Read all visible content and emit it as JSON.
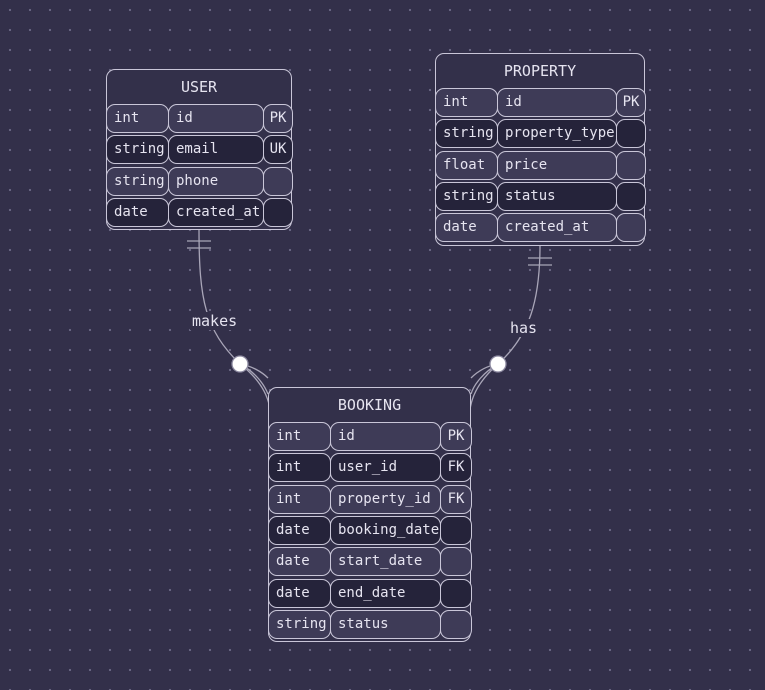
{
  "entities": [
    {
      "id": "user",
      "name": "USER",
      "columns": [
        {
          "type": "int",
          "name": "id",
          "key": "PK"
        },
        {
          "type": "string",
          "name": "email",
          "key": "UK"
        },
        {
          "type": "string",
          "name": "phone",
          "key": ""
        },
        {
          "type": "date",
          "name": "created_at",
          "key": ""
        }
      ]
    },
    {
      "id": "property",
      "name": "PROPERTY",
      "columns": [
        {
          "type": "int",
          "name": "id",
          "key": "PK"
        },
        {
          "type": "string",
          "name": "property_type",
          "key": ""
        },
        {
          "type": "float",
          "name": "price",
          "key": ""
        },
        {
          "type": "string",
          "name": "status",
          "key": ""
        },
        {
          "type": "date",
          "name": "created_at",
          "key": ""
        }
      ]
    },
    {
      "id": "booking",
      "name": "BOOKING",
      "columns": [
        {
          "type": "int",
          "name": "id",
          "key": "PK"
        },
        {
          "type": "int",
          "name": "user_id",
          "key": "FK"
        },
        {
          "type": "int",
          "name": "property_id",
          "key": "FK"
        },
        {
          "type": "date",
          "name": "booking_date",
          "key": ""
        },
        {
          "type": "date",
          "name": "start_date",
          "key": ""
        },
        {
          "type": "date",
          "name": "end_date",
          "key": ""
        },
        {
          "type": "string",
          "name": "status",
          "key": ""
        }
      ]
    }
  ],
  "relationships": [
    {
      "from": "user",
      "to": "booking",
      "label": "makes",
      "from_cardinality": "exactly-one",
      "to_cardinality": "zero-or-many"
    },
    {
      "from": "property",
      "to": "booking",
      "label": "has",
      "from_cardinality": "exactly-one",
      "to_cardinality": "zero-or-many"
    }
  ],
  "colors": {
    "background": "#33304a",
    "grid_dot": "#6a6784",
    "border": "#c9c6d8",
    "row_light": "#3e3b57",
    "row_dark": "#25233a",
    "text": "#e6e4f0",
    "connector": "#a9a6b8"
  }
}
